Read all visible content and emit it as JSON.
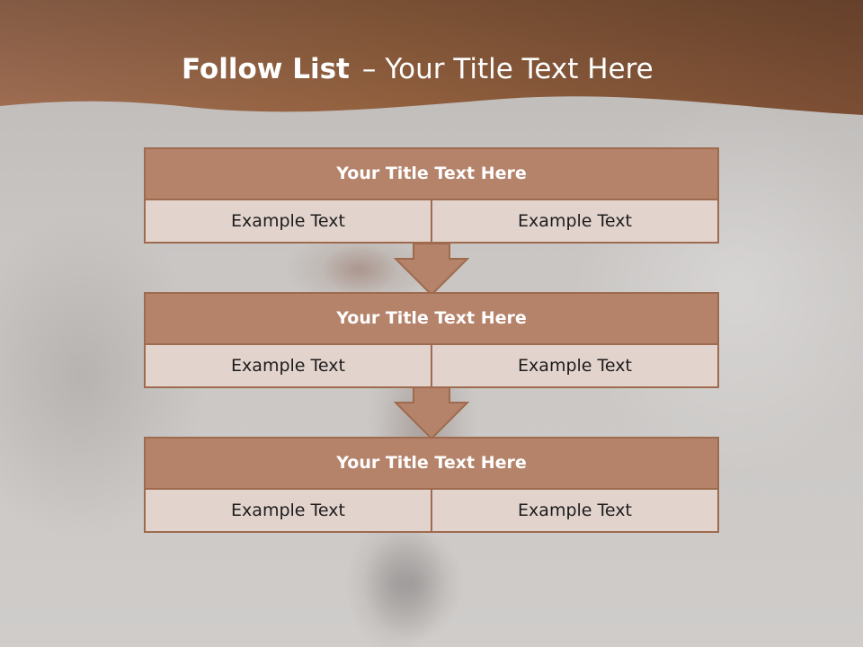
{
  "slide": {
    "title_bold": "Follow List",
    "title_separator": "–",
    "title_rest": "Your Title Text Here"
  },
  "colors": {
    "header_brown": "#8a5a3e",
    "block_title_fill": "#b5826a",
    "block_border": "#9e6b4e",
    "cell_fill": "#e3d3cd",
    "arrow_fill": "#b5826a"
  },
  "blocks": [
    {
      "title": "Your Title Text Here",
      "left": "Example Text",
      "right": "Example Text"
    },
    {
      "title": "Your Title Text Here",
      "left": "Example Text",
      "right": "Example Text"
    },
    {
      "title": "Your Title Text Here",
      "left": "Example Text",
      "right": "Example Text"
    }
  ],
  "icons": {
    "arrow": "down-arrow-icon"
  }
}
